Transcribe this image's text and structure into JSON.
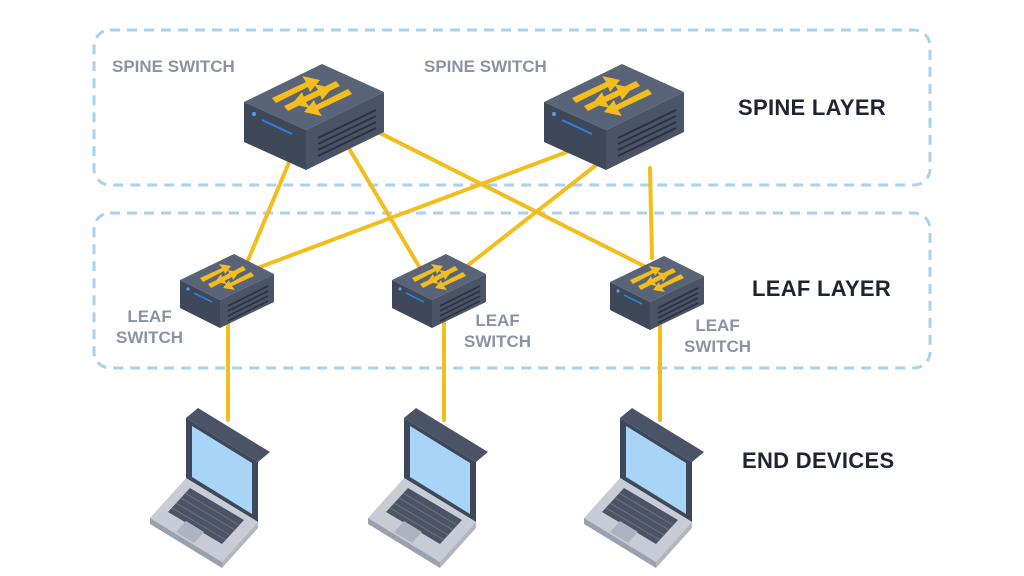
{
  "spine": {
    "label": "SPINE SWITCH",
    "switches": [
      {
        "label": "SPINE SWITCH"
      },
      {
        "label": "SPINE SWITCH"
      }
    ]
  },
  "leaf": {
    "switches": [
      {
        "label_line1": "LEAF",
        "label_line2": "SWITCH"
      },
      {
        "label_line1": "LEAF",
        "label_line2": "SWITCH"
      },
      {
        "label_line1": "LEAF",
        "label_line2": "SWITCH"
      }
    ]
  },
  "layers": {
    "spine": "SPINE LAYER",
    "leaf": "LEAF LAYER",
    "end": "END DEVICES"
  },
  "colors": {
    "link": "#f2bd1d",
    "border": "#a8d3ee",
    "switch_top": "#5a6478",
    "switch_side": "#3f4859",
    "arrow": "#f2bd1d",
    "screen": "#a7d4f7",
    "laptop_body": "#c7ccd6"
  },
  "icons": [
    "switch-icon",
    "laptop-icon"
  ]
}
